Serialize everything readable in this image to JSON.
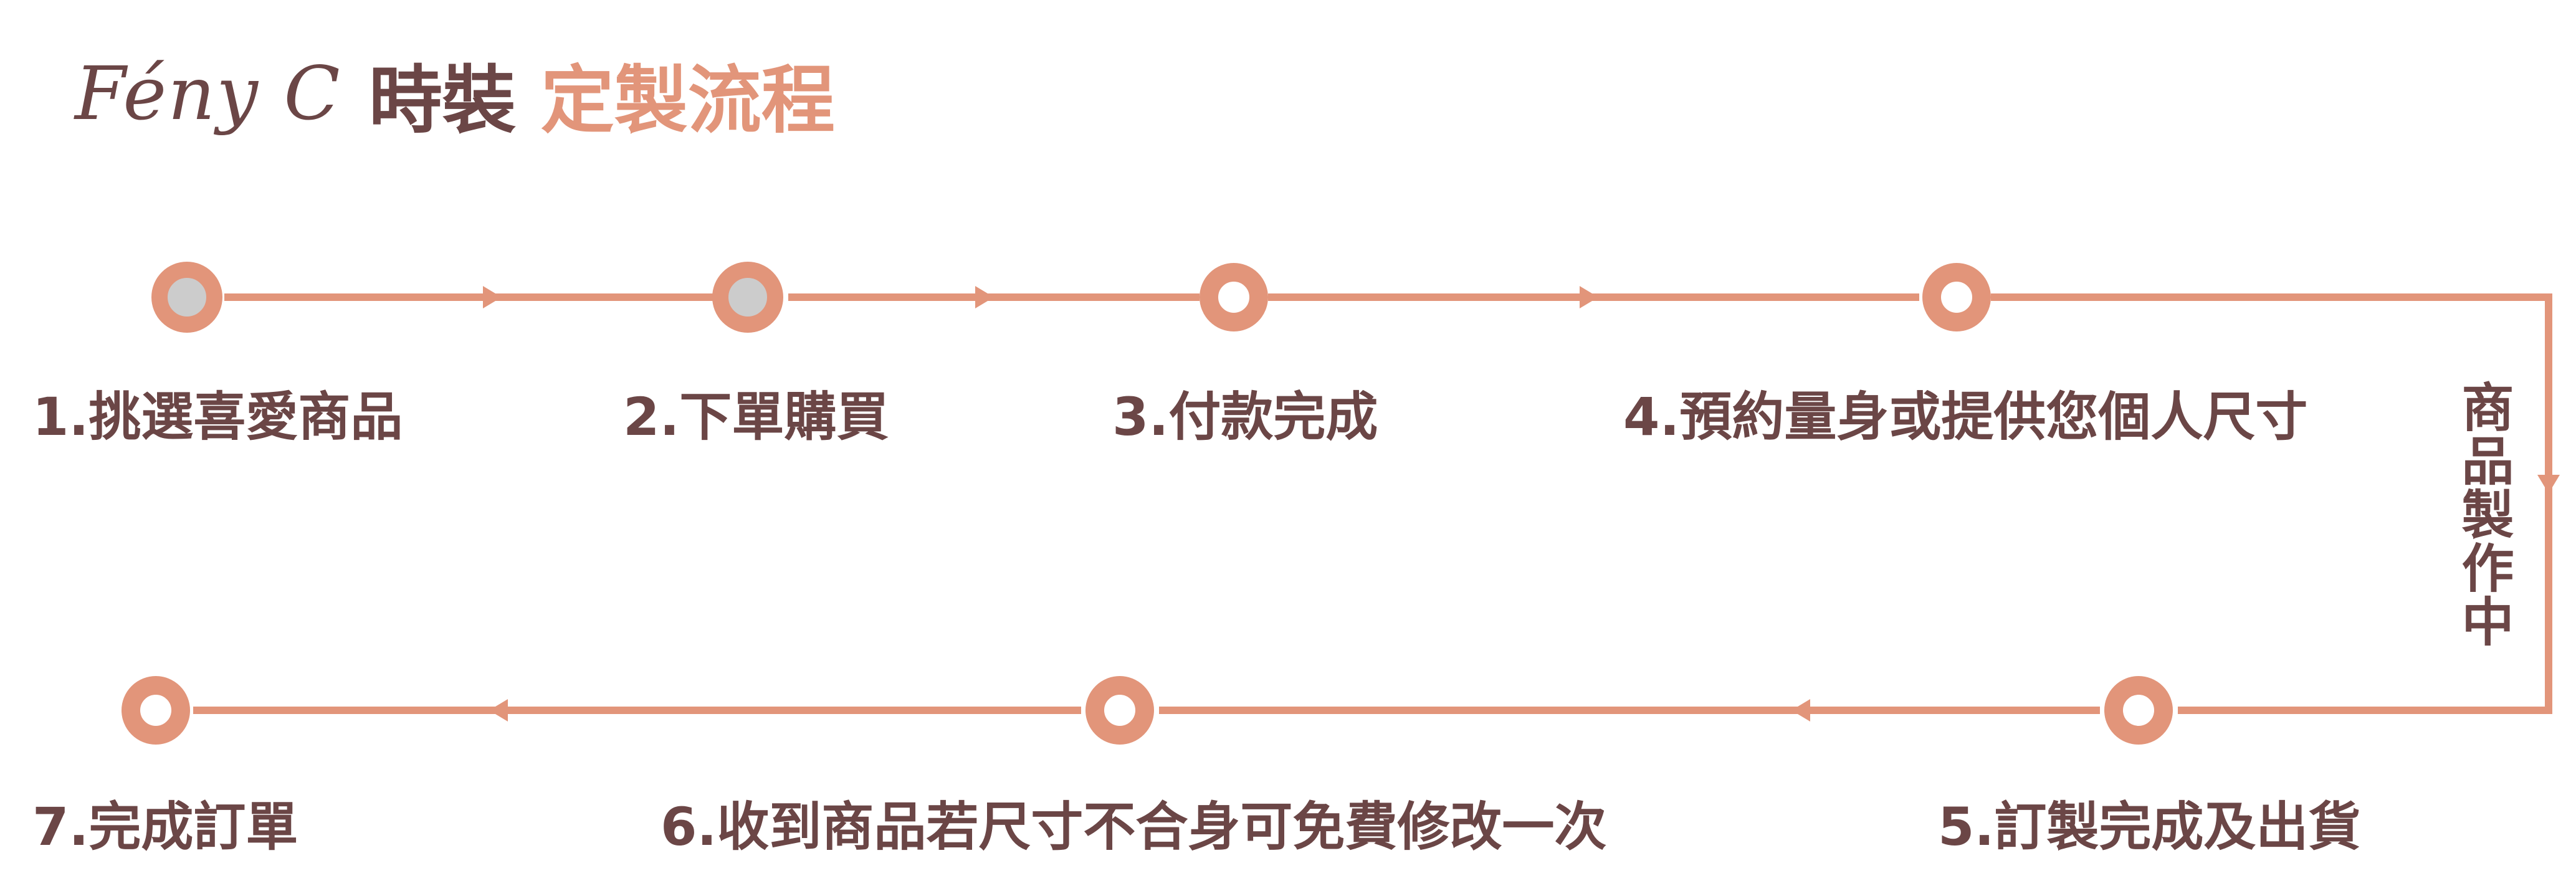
{
  "header": {
    "brand": "Fény C",
    "title_main": "時裝",
    "title_accent": "定製流程"
  },
  "steps": [
    {
      "label": "1.挑選喜愛商品",
      "marker": "filled"
    },
    {
      "label": "2.下單購買",
      "marker": "filled"
    },
    {
      "label": "3.付款完成",
      "marker": "hollow"
    },
    {
      "label": "4.預約量身或提供您個人尺寸",
      "marker": "hollow"
    },
    {
      "label": "5.訂製完成及出貨",
      "marker": "hollow"
    },
    {
      "label": "6.收到商品若尺寸不合身可免費修改一次",
      "marker": "hollow"
    },
    {
      "label": "7.完成訂單",
      "marker": "hollow"
    }
  ],
  "side_label": "商品製作中",
  "colors": {
    "line": "#e2957a",
    "text": "#6b4646",
    "accent": "#e2957a",
    "marker_fill_gray": "#cccccc",
    "marker_fill_white": "#ffffff"
  }
}
